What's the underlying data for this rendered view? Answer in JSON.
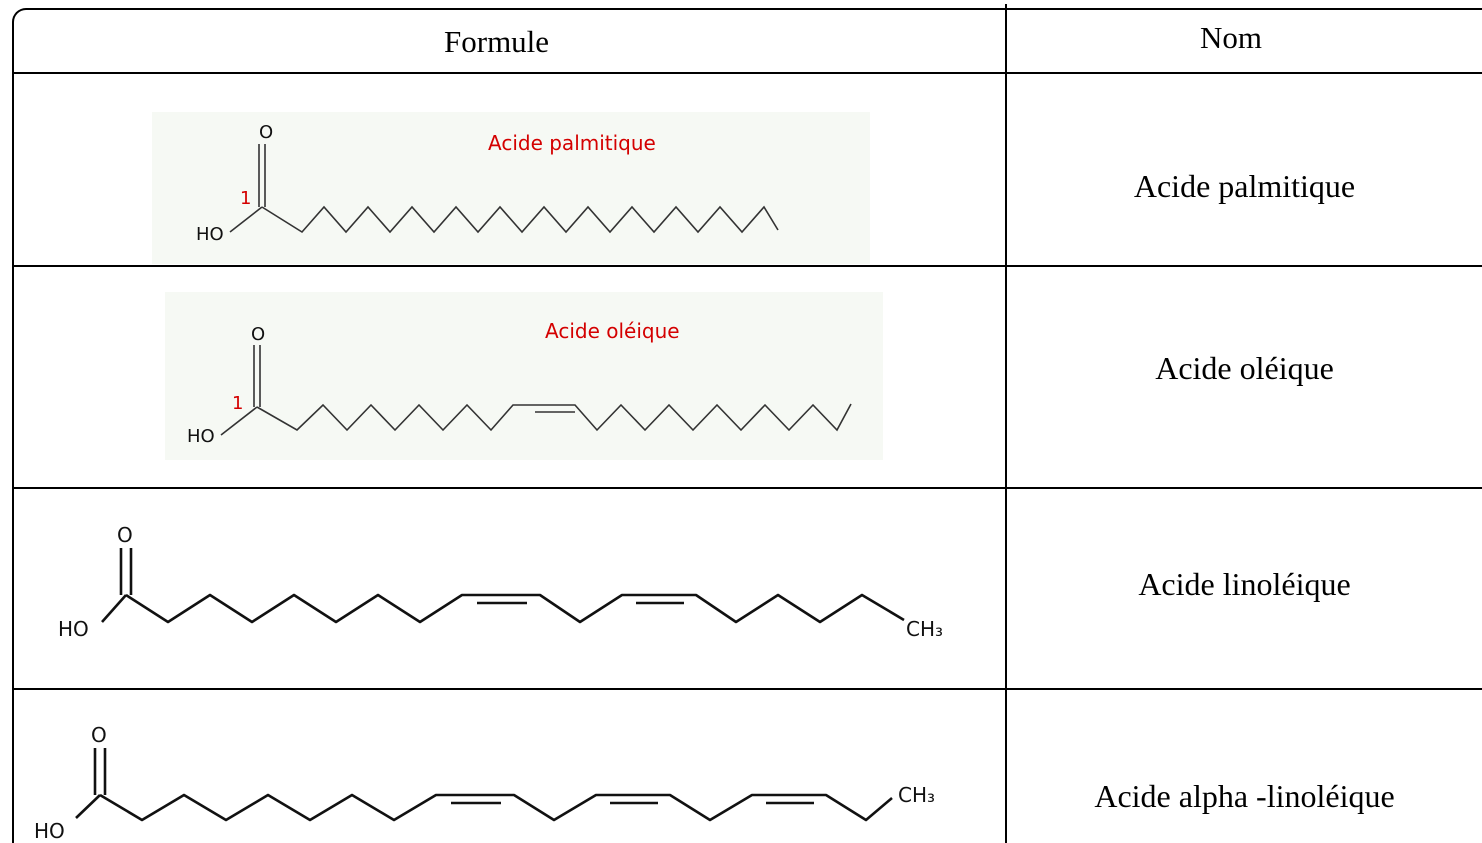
{
  "table": {
    "headers": {
      "formula": "Formule",
      "name": "Nom"
    },
    "rows": [
      {
        "name": "Acide palmitique",
        "molecule_caption": "Acide palmitique",
        "carbon_index": "1",
        "oxygen": "O",
        "hydroxyl": "HO"
      },
      {
        "name": "Acide oléique",
        "molecule_caption": "Acide oléique",
        "carbon_index": "1",
        "oxygen": "O",
        "hydroxyl": "HO"
      },
      {
        "name": "Acide linoléique",
        "oxygen": "O",
        "hydroxyl": "HO",
        "terminal": "CH₃"
      },
      {
        "name": "Acide alpha -linoléique",
        "oxygen": "O",
        "hydroxyl": "HO",
        "terminal": "CH₃"
      }
    ]
  },
  "colors": {
    "caption_red": "#d40000",
    "image_background": "#f6f9f4"
  }
}
